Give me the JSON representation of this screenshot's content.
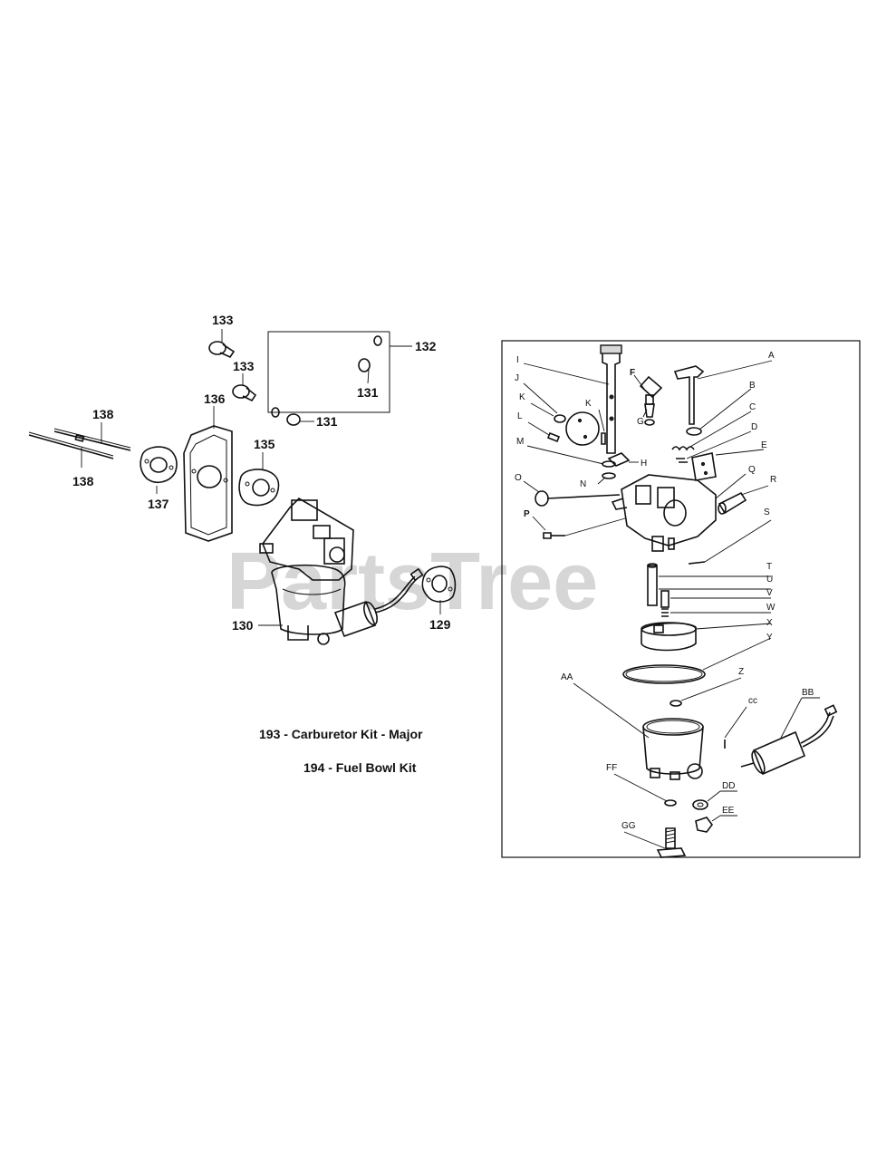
{
  "watermark": "PartsTree",
  "kits": {
    "carb_kit": "193 - Carburetor Kit - Major",
    "bowl_kit": "194 - Fuel Bowl Kit"
  },
  "left_labels": {
    "p129": "129",
    "p130": "130",
    "p131a": "131",
    "p131b": "131",
    "p132": "132",
    "p133a": "133",
    "p133b": "133",
    "p135": "135",
    "p136": "136",
    "p137": "137",
    "p138a": "138",
    "p138b": "138"
  },
  "right_labels": {
    "A": "A",
    "B": "B",
    "C": "C",
    "D": "D",
    "E": "E",
    "F": "F",
    "G": "G",
    "H": "H",
    "I": "I",
    "J": "J",
    "K1": "K",
    "K2": "K",
    "L": "L",
    "M": "M",
    "N": "N",
    "O": "O",
    "P": "P",
    "Q": "Q",
    "R": "R",
    "S": "S",
    "T": "T",
    "U": "U",
    "V": "V",
    "W": "W",
    "X": "X",
    "Y": "Y",
    "Z": "Z",
    "AA": "AA",
    "BB": "BB",
    "CC": "cc",
    "DD": "DD",
    "EE": "EE",
    "FF": "FF",
    "GG": "GG"
  }
}
